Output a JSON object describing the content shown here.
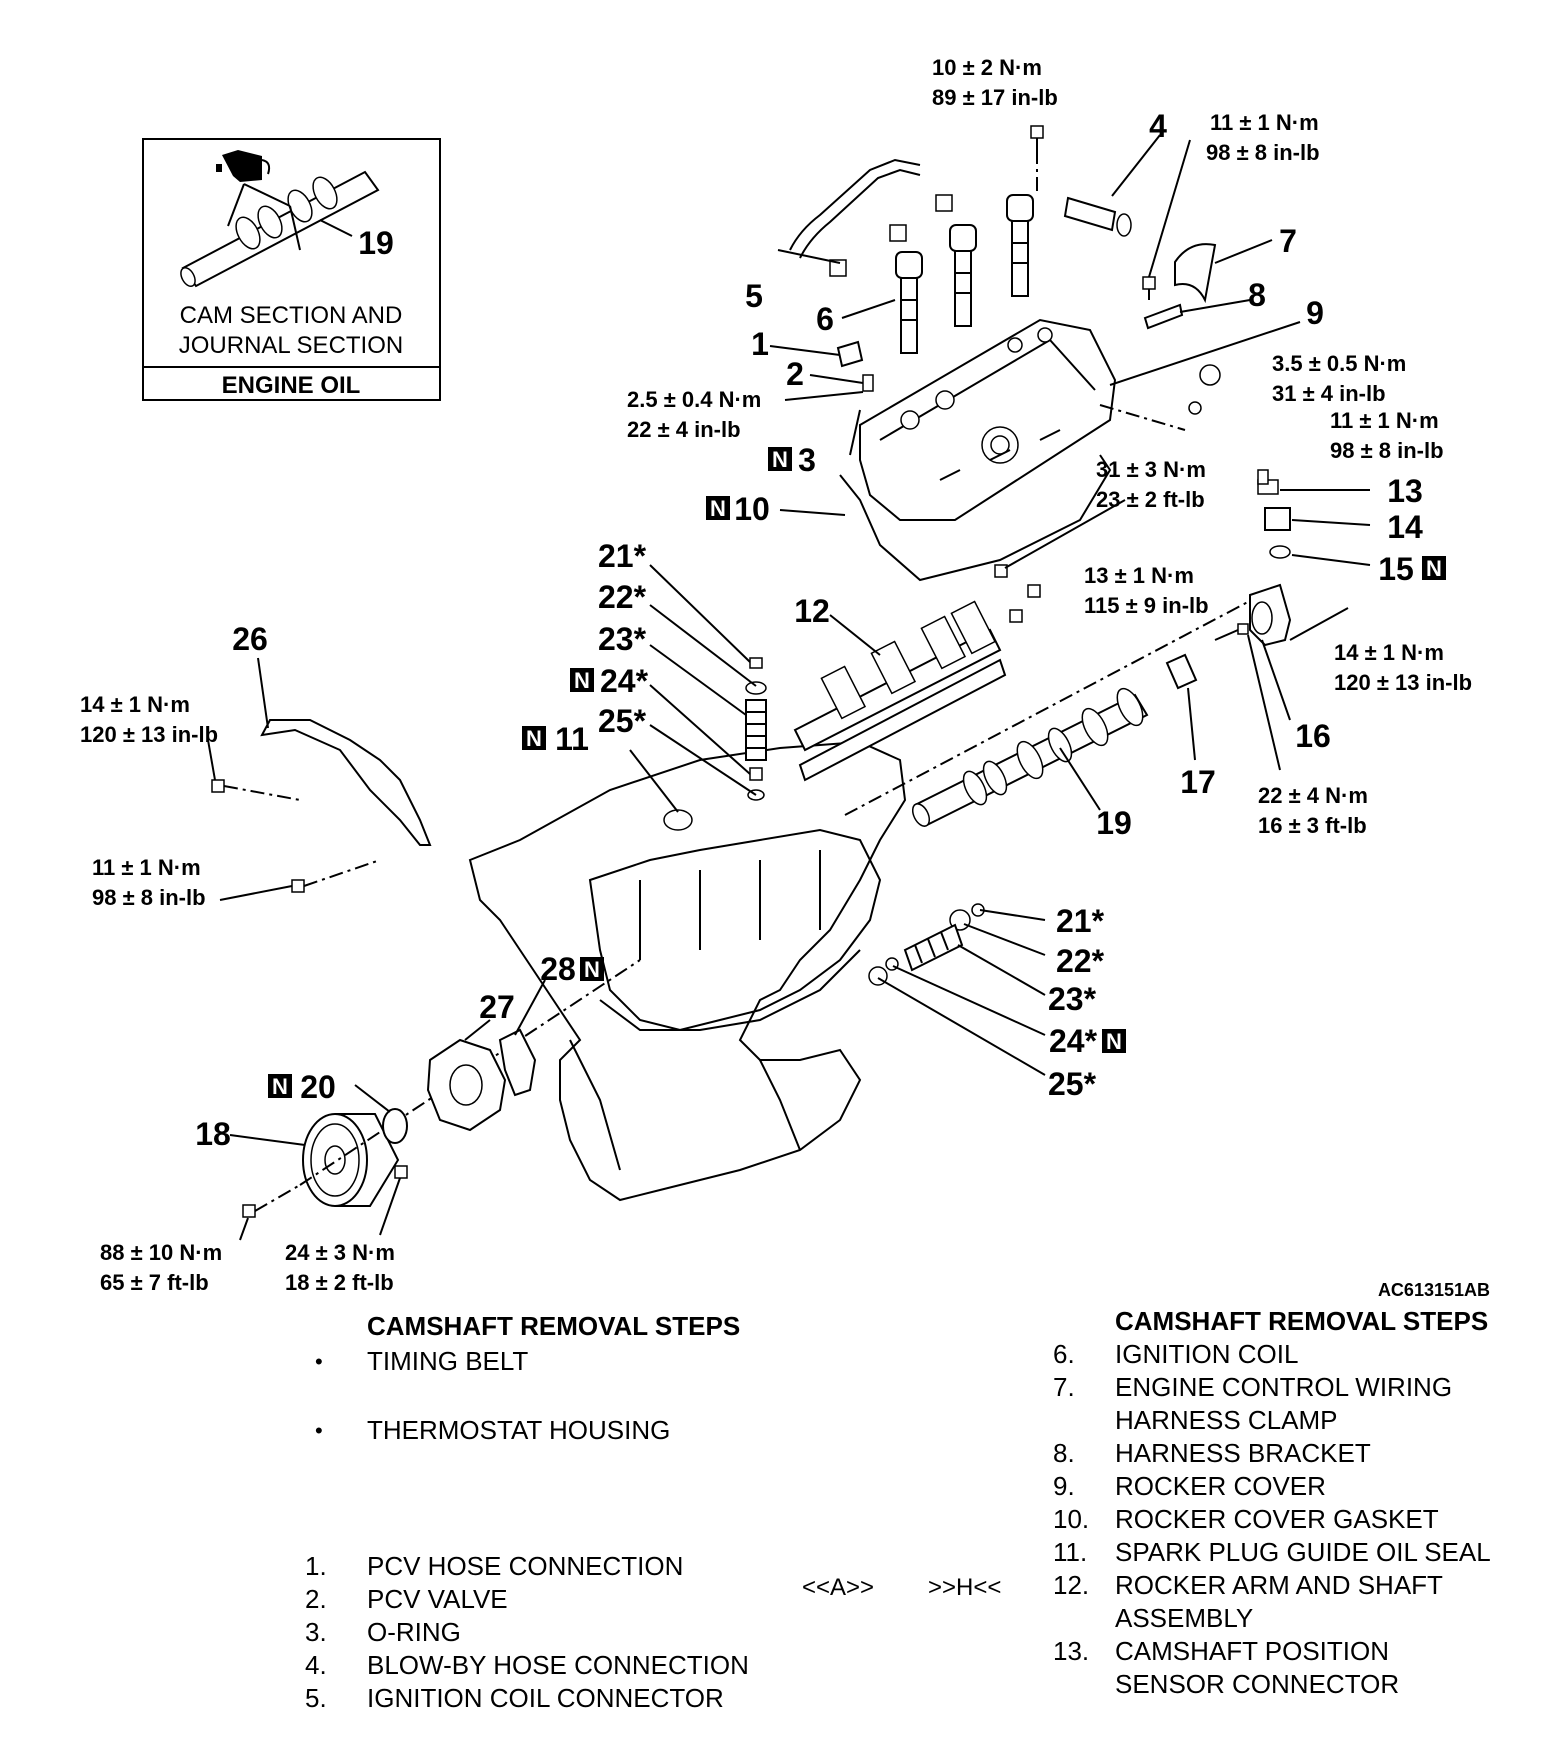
{
  "inset": {
    "callout": "19",
    "caption_line1": "CAM SECTION AND",
    "caption_line2": "JOURNAL SECTION",
    "footer": "ENGINE OIL"
  },
  "n_mark": "N",
  "callouts": {
    "c1": "1",
    "c2": "2",
    "c3": "3",
    "c4": "4",
    "c5": "5",
    "c6": "6",
    "c7": "7",
    "c8": "8",
    "c9": "9",
    "c10": "10",
    "c11": "11",
    "c12": "12",
    "c13": "13",
    "c14": "14",
    "c15": "15",
    "c16": "16",
    "c17": "17",
    "c18": "18",
    "c19": "19",
    "c20": "20",
    "c21a": "21*",
    "c22a": "22*",
    "c23a": "23*",
    "c24a": "24*",
    "c25a": "25*",
    "c21b": "21*",
    "c22b": "22*",
    "c23b": "23*",
    "c24b": "24*",
    "c25b": "25*",
    "c26": "26",
    "c27": "27",
    "c28": "28"
  },
  "torques": {
    "coil_bolt": [
      "10 ± 2 N·m",
      "89 ± 17 in-lb"
    ],
    "clamp_bolt": [
      "11 ± 1 N·m",
      "98 ± 8 in-lb"
    ],
    "pcv_valve": [
      "2.5 ± 0.4 N·m",
      "22 ± 4 in-lb"
    ],
    "cover_nut": [
      "3.5 ± 0.5 N·m",
      "31 ± 4 in-lb"
    ],
    "sensor_bolt": [
      "11 ± 1 N·m",
      "98 ± 8 in-lb"
    ],
    "rocker_bolt_a": [
      "31 ± 3 N·m",
      "23 ± 2 ft-lb"
    ],
    "rocker_bolt_b": [
      "13 ± 1 N·m",
      "115 ± 9 in-lb"
    ],
    "housing_bolt": [
      "14 ± 1 N·m",
      "120 ± 13 in-lb"
    ],
    "thrust_bolt": [
      "22 ± 4 N·m",
      "16 ± 3 ft-lb"
    ],
    "cover_upper": [
      "14 ± 1 N·m",
      "120 ± 13 in-lb"
    ],
    "cover_lower": [
      "11 ± 1 N·m",
      "98 ± 8 in-lb"
    ],
    "sprocket_bolt": [
      "88 ± 10 N·m",
      "65 ± 7 ft-lb"
    ],
    "backplate_bolt": [
      "24 ± 3 N·m",
      "18 ± 2 ft-lb"
    ]
  },
  "figure_code": "AC613151AB",
  "left_steps": {
    "heading": "CAMSHAFT REMOVAL STEPS",
    "bullet": "•",
    "bullets": [
      "TIMING BELT",
      "THERMOSTAT HOUSING"
    ],
    "items": [
      {
        "num": "1.",
        "label": "PCV HOSE CONNECTION"
      },
      {
        "num": "2.",
        "label": "PCV VALVE"
      },
      {
        "num": "3.",
        "label": "O-RING"
      },
      {
        "num": "4.",
        "label": "BLOW-BY HOSE CONNECTION"
      },
      {
        "num": "5.",
        "label": "IGNITION COIL CONNECTOR"
      }
    ]
  },
  "refs": {
    "a": "<<A>>",
    "h": ">>H<<"
  },
  "right_steps": {
    "heading": "CAMSHAFT REMOVAL STEPS",
    "items": [
      {
        "num": "6.",
        "lines": [
          "IGNITION COIL"
        ]
      },
      {
        "num": "7.",
        "lines": [
          "ENGINE CONTROL WIRING",
          "HARNESS CLAMP"
        ]
      },
      {
        "num": "8.",
        "lines": [
          "HARNESS BRACKET"
        ]
      },
      {
        "num": "9.",
        "lines": [
          "ROCKER COVER"
        ]
      },
      {
        "num": "10.",
        "lines": [
          "ROCKER COVER GASKET"
        ]
      },
      {
        "num": "11.",
        "lines": [
          "SPARK PLUG GUIDE OIL SEAL"
        ]
      },
      {
        "num": "12.",
        "lines": [
          "ROCKER ARM AND SHAFT",
          "ASSEMBLY"
        ]
      },
      {
        "num": "13.",
        "lines": [
          "CAMSHAFT POSITION",
          "SENSOR CONNECTOR"
        ]
      }
    ]
  }
}
